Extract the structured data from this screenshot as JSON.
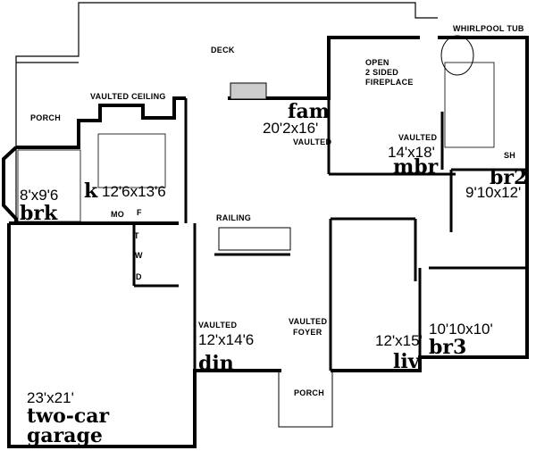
{
  "plan": {
    "deck": "DECK",
    "rear_porch": "PORCH",
    "vaulted_ceiling": "VAULTED CEILING",
    "family": {
      "name": "fam",
      "size": "20'2x16'",
      "note": "VAULTED"
    },
    "fireplace_note": [
      "OPEN",
      "2 SIDED",
      "FIREPLACE"
    ],
    "whirlpool": "WHIRLPOOL TUB",
    "master": {
      "note": "VAULTED",
      "size": "14'x18'",
      "name": "mbr"
    },
    "shower": "SH",
    "bedroom2": {
      "name": "br2",
      "size": "9'10x12'"
    },
    "breakfast": {
      "size": "8'x9'6",
      "name": "brk"
    },
    "kitchen": {
      "name": "k",
      "size": "12'6x13'6"
    },
    "microwave_oven": "MO",
    "fridge": "F",
    "railing": "RAILING",
    "washer": "W",
    "dryer": "D",
    "tub": "T",
    "dining": {
      "note": "VAULTED",
      "size": "12'x14'6",
      "name": "din"
    },
    "foyer": [
      "VAULTED",
      "FOYER"
    ],
    "living": {
      "size": "12'x15'",
      "name": "liv"
    },
    "bedroom3": {
      "size": "10'10x10'",
      "name": "br3"
    },
    "front_porch": "PORCH",
    "garage": {
      "size": "23'x21'",
      "name": [
        "two-car",
        "garage"
      ]
    }
  }
}
